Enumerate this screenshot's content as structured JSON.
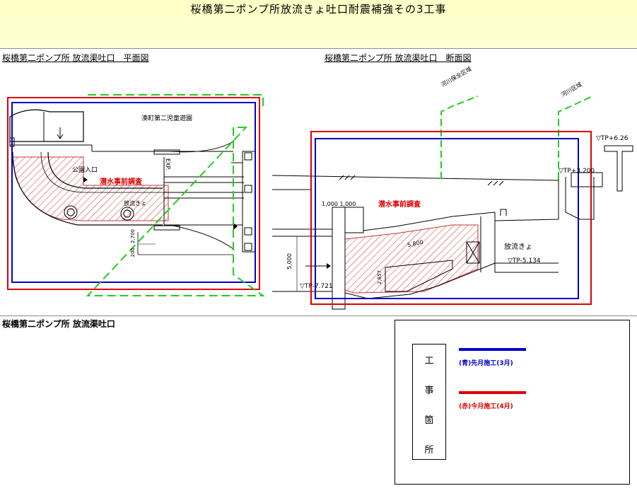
{
  "header": {
    "title": "桜橋第二ポンプ所放流きょ吐口耐震補強その3工事"
  },
  "plan_view": {
    "heading": "桜橋第二ポンプ所 放流渠吐口　平面図",
    "labels": {
      "park": "湊町第二児童遊園",
      "park_entrance": "公園入口",
      "dive_survey": "潜水事前調査",
      "outfall": "放流きょ",
      "exp": "EXP.",
      "dim_2700": "2,700",
      "dim_200": "200"
    }
  },
  "section_view": {
    "heading": "桜橋第二ポンプ所 放流渠吐口　断面図",
    "labels": {
      "river_boundary_1": "河川保全区域",
      "river_boundary_2": "河川区域",
      "tp_626": "▽TP+6.26",
      "tp_3200": "▽TP+3.200",
      "dims_top": "1,000 1,000",
      "dive_survey": "潜水事前調査",
      "outfall": "放流きょ",
      "tp_5134": "▽TP-5.134",
      "tp_7721": "▽TP-7.721",
      "dim_5000": "5,000",
      "dim_5800": "5,800",
      "dim_2857": "2,857"
    }
  },
  "bottom_heading": "桜橋第二ポンプ所 放流渠吐口",
  "legend": {
    "vertical_chars": [
      "工",
      "事",
      "箇",
      "所"
    ],
    "items": [
      {
        "label": "(青)先月施工(3月)",
        "color": "#0000cc"
      },
      {
        "label": "(赤)今月施工(4月)",
        "color": "#dd0000"
      }
    ]
  },
  "colors": {
    "red": "#dd0000",
    "blue": "#0000cc",
    "green": "#22cc22",
    "hatch": "#cc3333"
  }
}
